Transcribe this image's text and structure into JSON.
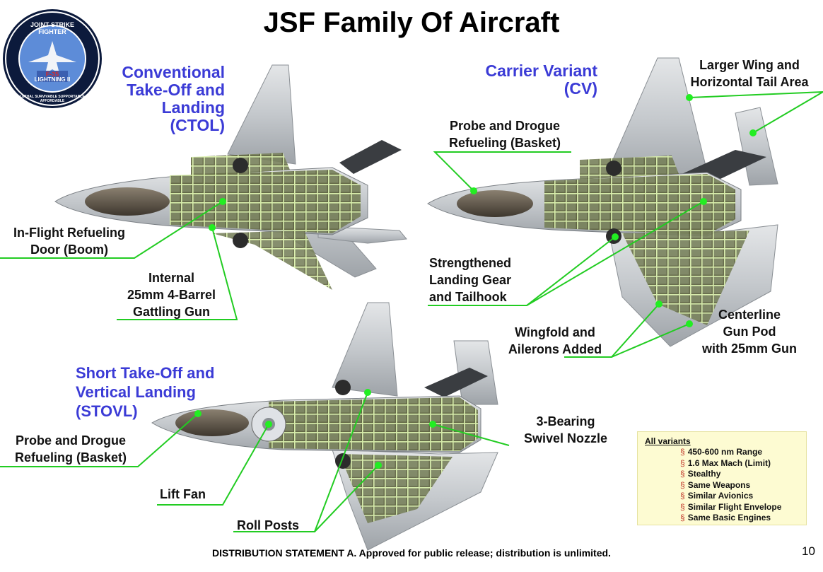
{
  "title": "JSF Family Of Aircraft",
  "logo": {
    "ring_top": "JOINT STRIKE FIGHTER",
    "ring_bottom": "LETHAL SURVIVABLE SUPPORTABLE AFFORDABLE",
    "model": "F-35",
    "name": "LIGHTNING II"
  },
  "variants": {
    "ctol": [
      "Conventional",
      "Take-Off and",
      "Landing",
      "(CTOL)"
    ],
    "cv": [
      "Carrier Variant",
      "(CV)"
    ],
    "stovl": [
      "Short Take-Off and",
      "Vertical Landing",
      "(STOVL)"
    ]
  },
  "callouts": {
    "inflight_refuel": [
      "In-Flight Refueling",
      "Door (Boom)"
    ],
    "internal_gun": [
      "Internal",
      "25mm 4-Barrel",
      "Gattling Gun"
    ],
    "cv_probe": [
      "Probe and Drogue",
      "Refueling (Basket)"
    ],
    "larger_wing": [
      "Larger Wing and",
      "Horizontal Tail Area"
    ],
    "landing_gear": [
      "Strengthened",
      "Landing Gear",
      "and Tailhook"
    ],
    "wingfold": [
      "Wingfold and",
      "Ailerons Added"
    ],
    "gun_pod": [
      "Centerline",
      "Gun Pod",
      "with 25mm Gun"
    ],
    "swivel": [
      "3-Bearing",
      "Swivel Nozzle"
    ],
    "stovl_probe": [
      "Probe and Drogue",
      "Refueling (Basket)"
    ],
    "lift_fan": "Lift Fan",
    "roll_posts": "Roll Posts"
  },
  "info_box": {
    "header": "All variants",
    "items": [
      "450-600 nm Range",
      "1.6 Max Mach (Limit)",
      "Stealthy",
      "Same Weapons",
      "Similar Avionics",
      "Similar Flight Envelope",
      "Same Basic Engines"
    ]
  },
  "footer": "DISTRIBUTION STATEMENT A.  Approved for public release; distribution is unlimited.",
  "page_number": "10",
  "colors": {
    "variant_text": "#3b3bd6",
    "leader_line": "#22cc22",
    "info_bg": "#fdfbd2",
    "bullet": "#c0392b",
    "airframe": "#c9ccd0",
    "structure": "#cfe8a0"
  }
}
